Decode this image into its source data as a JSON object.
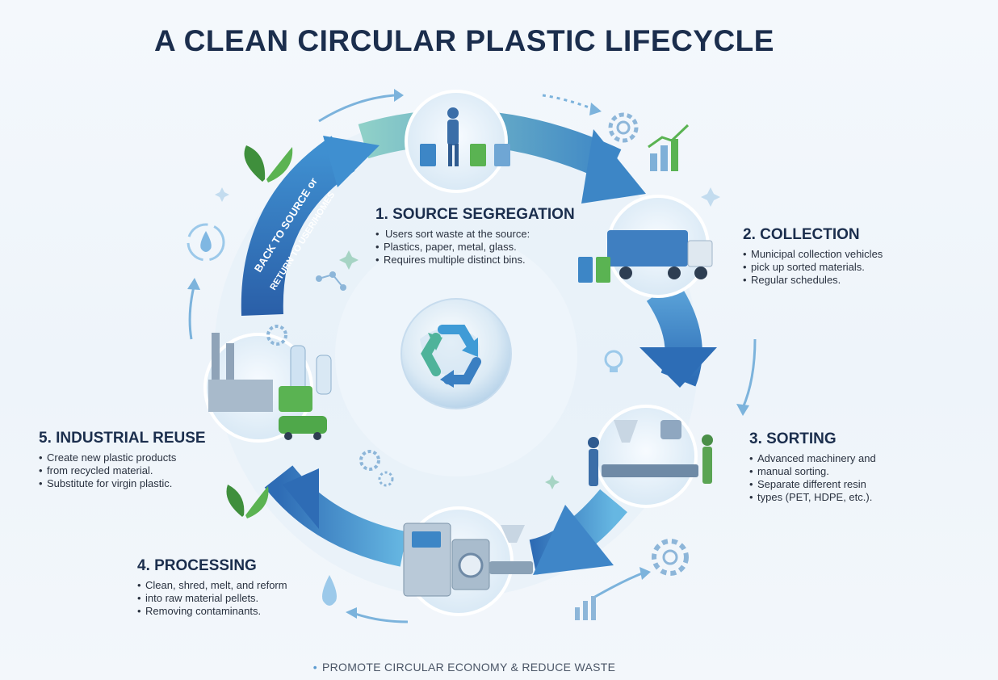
{
  "title": "A CLEAN CIRCULAR PLASTIC LIFECYCLE",
  "return_arrow": {
    "line1": "BACK TO SOURCE or",
    "line2": "RETURN TO USER/HOMES"
  },
  "steps": [
    {
      "title": "1. SOURCE SEGREGATION",
      "bullets": [
        "Users sort waste at the source:",
        "Plastics, paper, metal, glass.",
        "Requires multiple distinct bins."
      ]
    },
    {
      "title": "2. COLLECTION",
      "bullets": [
        "Municipal collection vehicles",
        "pick up sorted materials.",
        "Regular schedules."
      ]
    },
    {
      "title": "3. SORTING",
      "bullets": [
        "Advanced machinery and",
        "manual sorting.",
        "Separate different resin",
        "types (PET, HDPE, etc.)."
      ]
    },
    {
      "title": "4. PROCESSING",
      "bullets": [
        "Clean, shred, melt, and reform",
        "into raw material pellets.",
        "Removing contaminants."
      ]
    },
    {
      "title": "5. INDUSTRIAL REUSE",
      "bullets": [
        "Create new plastic products",
        "from recycled material.",
        "Substitute for virgin plastic."
      ]
    }
  ],
  "footer": "PROMOTE CIRCULAR ECONOMY & REDUCE WASTE",
  "colors": {
    "title": "#1b2e4d",
    "arrow_blue": "#2f6fb8",
    "arrow_light": "#7cc3e6",
    "accent_green": "#58b24f"
  }
}
